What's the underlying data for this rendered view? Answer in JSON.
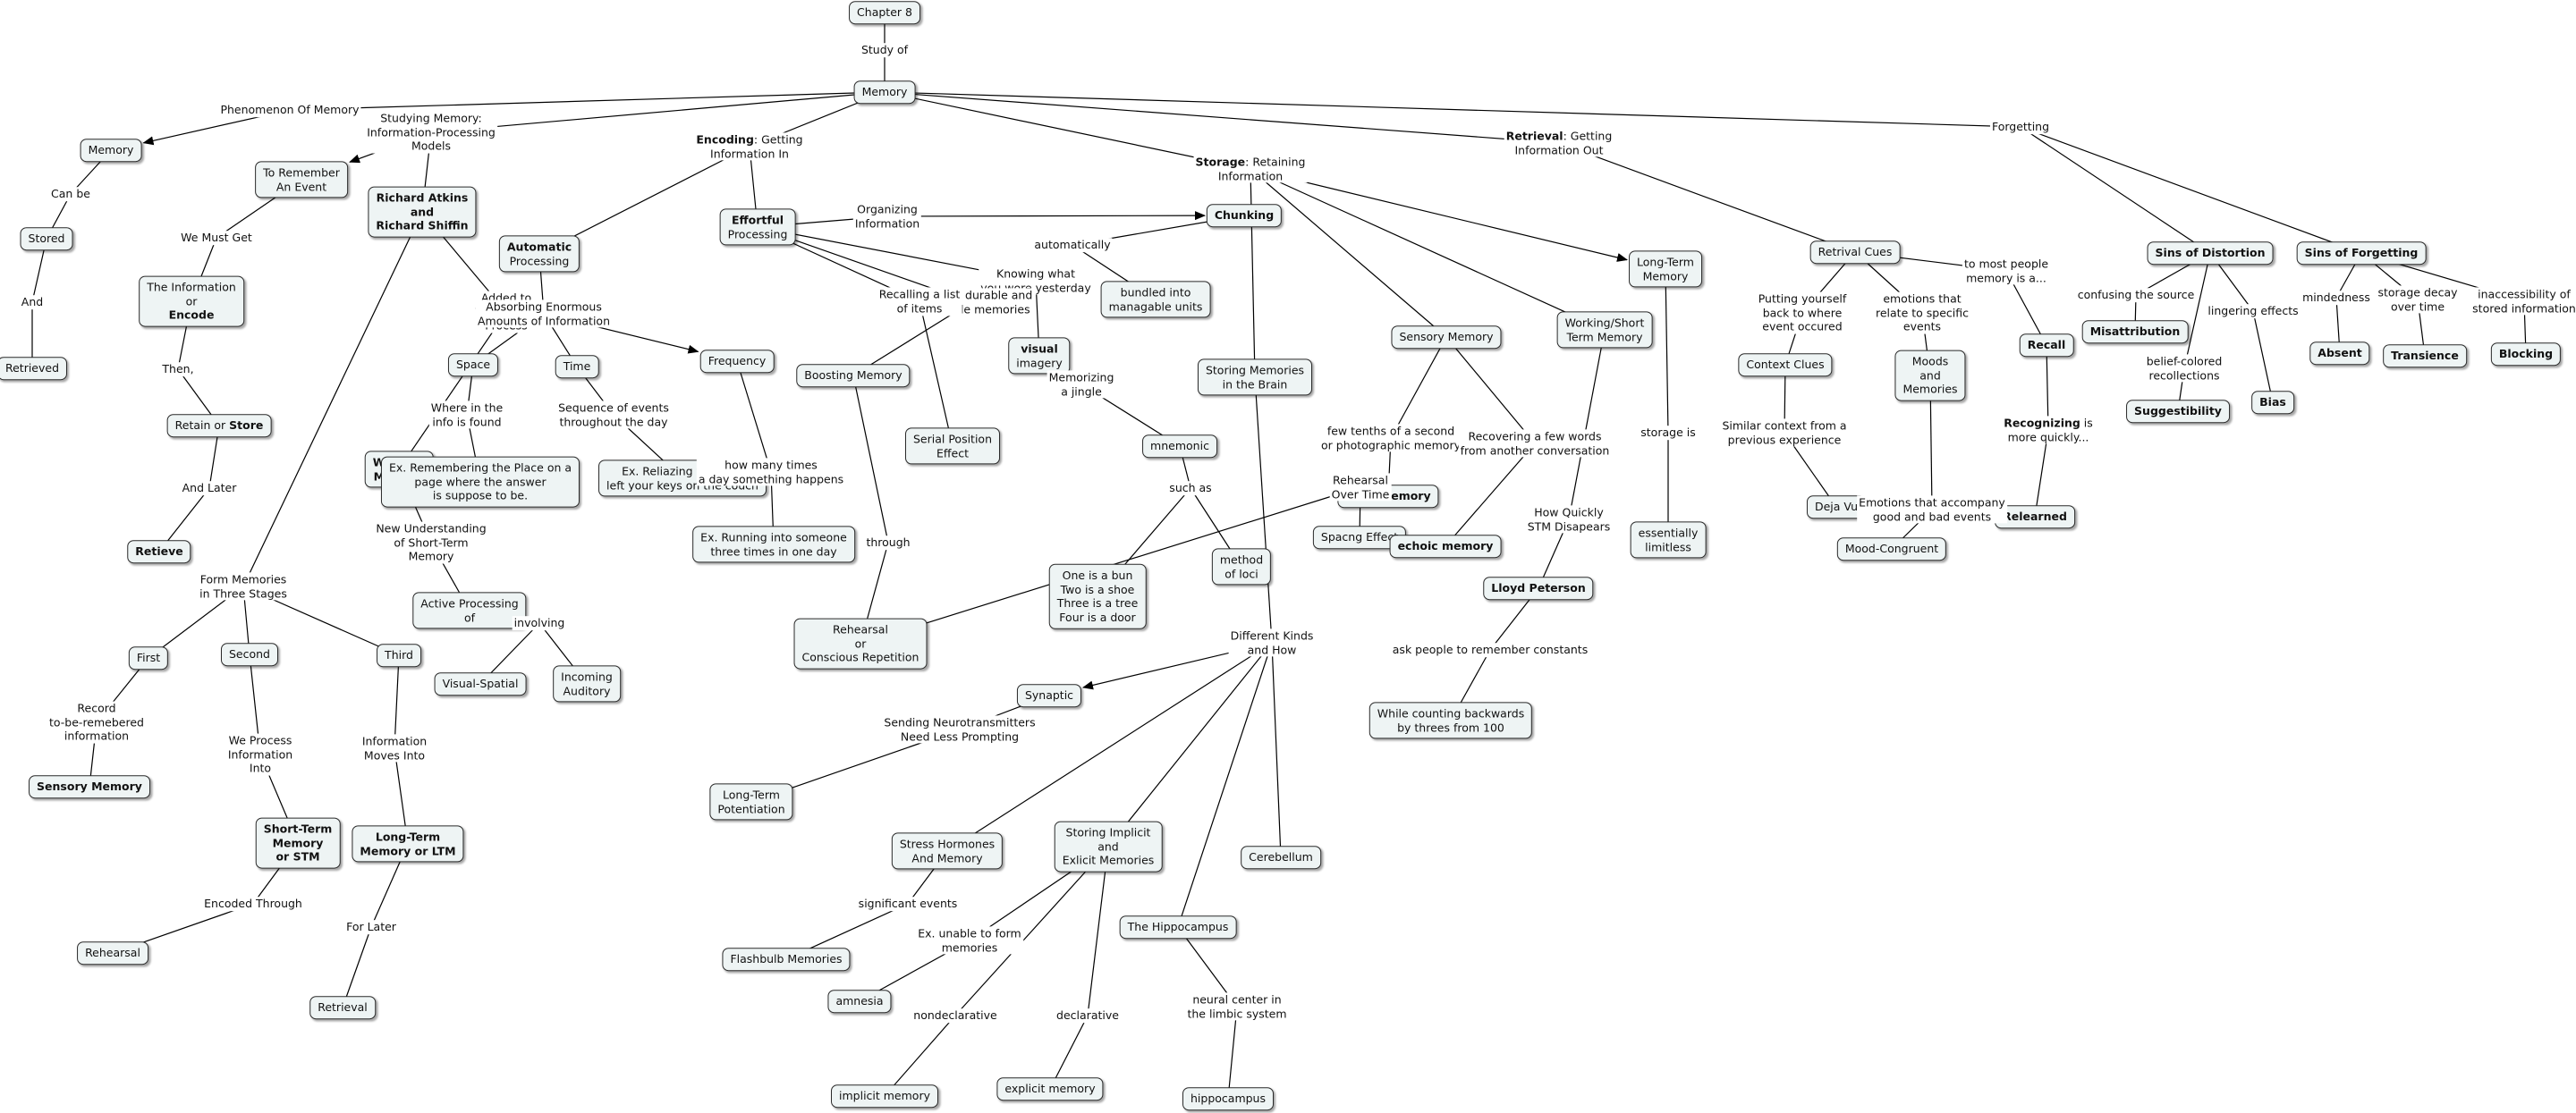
{
  "nodes": [
    {
      "id": "chapter8",
      "text": "Chapter 8"
    },
    {
      "id": "memory",
      "text": "Memory"
    },
    {
      "id": "memory2",
      "text": "Memory"
    },
    {
      "id": "stored",
      "text": "Stored"
    },
    {
      "id": "retrieved",
      "text": "Retrieved"
    },
    {
      "id": "toremember",
      "text": "To Remember\nAn Event"
    },
    {
      "id": "infoencode",
      "text": "The Information\nor\n",
      "bold_part": "Encode"
    },
    {
      "id": "retainstore",
      "text": "Retain or ",
      "bold_part": "Store"
    },
    {
      "id": "retieve",
      "text": "Retieve",
      "bold": true
    },
    {
      "id": "atkins",
      "text": "Richard Atkins\nand\nRichard Shiffin",
      "bold": true
    },
    {
      "id": "workingmem",
      "text": "Working\nMemory",
      "bold": true
    },
    {
      "id": "activeproc",
      "text": "Active Processing\nof"
    },
    {
      "id": "visualspatial",
      "text": "Visual-Spatial"
    },
    {
      "id": "incomingaud",
      "text": "Incoming\nAuditory"
    },
    {
      "id": "first",
      "text": "First"
    },
    {
      "id": "second",
      "text": "Second"
    },
    {
      "id": "third",
      "text": "Third"
    },
    {
      "id": "sensorymem1",
      "text": "Sensory Memory",
      "bold": true
    },
    {
      "id": "stm",
      "text": "Short-Term\nMemory\nor STM",
      "bold": true
    },
    {
      "id": "ltm",
      "text": "Long-Term\nMemory or LTM",
      "bold": true
    },
    {
      "id": "rehearsal",
      "text": "Rehearsal"
    },
    {
      "id": "retrieval",
      "text": "Retrieval"
    },
    {
      "id": "automatic",
      "text": "\nProcessing",
      "bold_part": "Automatic",
      "bold_first": true
    },
    {
      "id": "space",
      "text": "Space"
    },
    {
      "id": "time",
      "text": "Time"
    },
    {
      "id": "frequency",
      "text": "Frequency"
    },
    {
      "id": "exremember",
      "text": "Ex. Remembering the Place on a\npage where the answer\nis suppose to be."
    },
    {
      "id": "exkeys",
      "text": "Ex. Reliazing that you\nleft your keys on the couch"
    },
    {
      "id": "exrunning",
      "text": "Ex. Running into someone\nthree times in one day"
    },
    {
      "id": "effortful",
      "text": "\nProcessing",
      "bold_part": "Effortful",
      "bold_first": true
    },
    {
      "id": "chunking",
      "text": "Chunking",
      "bold": true
    },
    {
      "id": "bundled",
      "text": "bundled into\nmanagable units"
    },
    {
      "id": "visualimagery",
      "text": "\nimagery",
      "bold_part": "visual",
      "bold_first": true
    },
    {
      "id": "boosting",
      "text": "Boosting Memory"
    },
    {
      "id": "serialpos",
      "text": "Serial Position\nEffect"
    },
    {
      "id": "rehearsalcr",
      "text": "Rehearsal\nor\nConscious Repetition"
    },
    {
      "id": "mnemonic",
      "text": "mnemonic"
    },
    {
      "id": "spacing",
      "text": "Spacng Effect"
    },
    {
      "id": "bunshoe",
      "text": "One is a bun\nTwo is a shoe\nThree is a tree\nFour is a door"
    },
    {
      "id": "loci",
      "text": "method\nof loci"
    },
    {
      "id": "storingbrain",
      "text": "Storing Memories\nin the Brain"
    },
    {
      "id": "sensorymem2",
      "text": "Sensory Memory"
    },
    {
      "id": "ionic",
      "text": "ionic memory",
      "bold": true
    },
    {
      "id": "echoic",
      "text": "echoic memory",
      "bold": true
    },
    {
      "id": "workingshort",
      "text": "Working/Short\nTerm Memory"
    },
    {
      "id": "lloyd",
      "text": "Lloyd Peterson",
      "bold": true
    },
    {
      "id": "whilecounting",
      "text": "While counting backwards\nby threes from 100"
    },
    {
      "id": "ltmem",
      "text": "Long-Term\nMemory"
    },
    {
      "id": "limitless",
      "text": "essentially\nlimitless"
    },
    {
      "id": "synaptic",
      "text": "Synaptic"
    },
    {
      "id": "ltpot",
      "text": "Long-Term\nPotentiation"
    },
    {
      "id": "stress",
      "text": "Stress Hormones\nAnd Memory"
    },
    {
      "id": "flashbulb",
      "text": "Flashbulb Memories"
    },
    {
      "id": "storingimpl",
      "text": "Storing Implicit\nand\nExlicit Memories"
    },
    {
      "id": "amnesia",
      "text": "amnesia"
    },
    {
      "id": "implicit",
      "text": "implicit  memory"
    },
    {
      "id": "explicit",
      "text": "explicit memory"
    },
    {
      "id": "hippocampus1",
      "text": "The Hippocampus"
    },
    {
      "id": "hippocampus2",
      "text": "hippocampus"
    },
    {
      "id": "cerebellum",
      "text": "Cerebellum"
    },
    {
      "id": "retrivalcues",
      "text": "Retrival Cues"
    },
    {
      "id": "contextclues",
      "text": "Context Clues"
    },
    {
      "id": "dejavu",
      "text": "Deja Vu"
    },
    {
      "id": "moods",
      "text": "Moods\nand\nMemories"
    },
    {
      "id": "moodcong",
      "text": "Mood-Congruent"
    },
    {
      "id": "recall",
      "text": "Recall",
      "bold": true
    },
    {
      "id": "relearned",
      "text": "Relearned",
      "bold": true
    },
    {
      "id": "sinsdist",
      "text": "Sins of Distortion",
      "bold": true
    },
    {
      "id": "misattr",
      "text": "Misattribution",
      "bold": true
    },
    {
      "id": "suggest",
      "text": "Suggestibility",
      "bold": true
    },
    {
      "id": "bias",
      "text": "Bias",
      "bold": true
    },
    {
      "id": "sinsforget",
      "text": "Sins of Forgetting",
      "bold": true
    },
    {
      "id": "absent",
      "text": "Absent",
      "bold": true
    },
    {
      "id": "transience",
      "text": "Transience",
      "bold": true
    },
    {
      "id": "blocking",
      "text": "Blocking",
      "bold": true
    }
  ],
  "links": [
    {
      "id": "studyof",
      "text": "Study of"
    },
    {
      "id": "phenomenon",
      "text": "Phenomenon Of Memory"
    },
    {
      "id": "canbe",
      "text": "Can be"
    },
    {
      "id": "and1",
      "text": "And"
    },
    {
      "id": "studying",
      "text": "Studying Memory:\nInformation-Processing\nModels"
    },
    {
      "id": "wemustget",
      "text": "We Must Get"
    },
    {
      "id": "then",
      "text": "Then,"
    },
    {
      "id": "andlater",
      "text": "And Later"
    },
    {
      "id": "addedto",
      "text": "Added to\nThree Step\nProcess"
    },
    {
      "id": "newunder",
      "text": "New Understanding\nof Short-Term\nMemory"
    },
    {
      "id": "involving",
      "text": "involving"
    },
    {
      "id": "formmem",
      "text": "Form Memories\nin Three Stages"
    },
    {
      "id": "record",
      "text": "Record\nto-be-remebered\ninformation"
    },
    {
      "id": "weprocess",
      "text": "We Process\nInformation\nInto"
    },
    {
      "id": "infomoves",
      "text": "Information\nMoves Into"
    },
    {
      "id": "encodedthrough",
      "text": "Encoded Through"
    },
    {
      "id": "forlater",
      "text": "For Later"
    },
    {
      "id": "encoding",
      "text": ": Getting\nInformation In",
      "bold_part": "Encoding"
    },
    {
      "id": "absorbing",
      "text": "Absorbing Enormous\nAmounts of Information"
    },
    {
      "id": "wherein",
      "text": "Where in the\ninfo is found"
    },
    {
      "id": "sequence",
      "text": "Sequence of events\nthroughout the day"
    },
    {
      "id": "howmany",
      "text": "how many times\na day something happens"
    },
    {
      "id": "organizing",
      "text": "Organizing\nInformation"
    },
    {
      "id": "automatically",
      "text": "automatically"
    },
    {
      "id": "knowingwhat",
      "text": "Knowing what\nyou wore yesterday"
    },
    {
      "id": "produces",
      "text": "produces durable and\naccessible memories"
    },
    {
      "id": "recallinglist",
      "text": "Recalling a list\nof items"
    },
    {
      "id": "memorizing",
      "text": "Memorizing\na jingle"
    },
    {
      "id": "through",
      "text": "through"
    },
    {
      "id": "rehearsalover",
      "text": "Rehearsal\nOver Time"
    },
    {
      "id": "suchas",
      "text": "such as"
    },
    {
      "id": "storagelbl",
      "text": ": Retaining\nInformation",
      "bold_part": "Storage"
    },
    {
      "id": "fewtenths",
      "text": "few tenths of a second\nor photographic memory"
    },
    {
      "id": "recovering",
      "text": "Recovering a few words\nfrom another conversation"
    },
    {
      "id": "howquickly",
      "text": "How Quickly\nSTM Disapears"
    },
    {
      "id": "askpeople",
      "text": "ask people to remember constants"
    },
    {
      "id": "storageis",
      "text": "storage is"
    },
    {
      "id": "differentkinds",
      "text": "Different Kinds\nand How"
    },
    {
      "id": "sendingneuro",
      "text": "Sending Neurotransmitters\nNeed Less Prompting"
    },
    {
      "id": "significant",
      "text": "significant events"
    },
    {
      "id": "exunable",
      "text": "Ex. unable to form\nmemories"
    },
    {
      "id": "nondeclarative",
      "text": "nondeclarative"
    },
    {
      "id": "declarative",
      "text": "declarative"
    },
    {
      "id": "neuralcenter",
      "text": "neural center in\nthe limbic system"
    },
    {
      "id": "retrievallbl",
      "text": ": Getting\nInformation Out",
      "bold_part": "Retrieval"
    },
    {
      "id": "puttingyourself",
      "text": "Putting yourself\nback to where\nevent occured"
    },
    {
      "id": "similarcontext",
      "text": "Similar context from a\nprevious experience"
    },
    {
      "id": "emotionsrelate",
      "text": "emotions that\nrelate to specific\nevents"
    },
    {
      "id": "emotionsaccompany",
      "text": "Emotions that accompany\ngood and bad events"
    },
    {
      "id": "tomostpeople",
      "text": "to most people\nmemory is a..."
    },
    {
      "id": "recognizing",
      "text": " is\nmore quickly...",
      "bold_part": "Recognizing"
    },
    {
      "id": "forgetting",
      "text": "Forgetting"
    },
    {
      "id": "confusing",
      "text": "confusing the source"
    },
    {
      "id": "beliefcolored",
      "text": "belief-colored\nrecollections"
    },
    {
      "id": "lingering",
      "text": "lingering effects"
    },
    {
      "id": "mindedness",
      "text": "mindedness"
    },
    {
      "id": "storagedecay",
      "text": "storage decay\nover time"
    },
    {
      "id": "inaccessibility",
      "text": "inaccessibility of\nstored information"
    }
  ]
}
